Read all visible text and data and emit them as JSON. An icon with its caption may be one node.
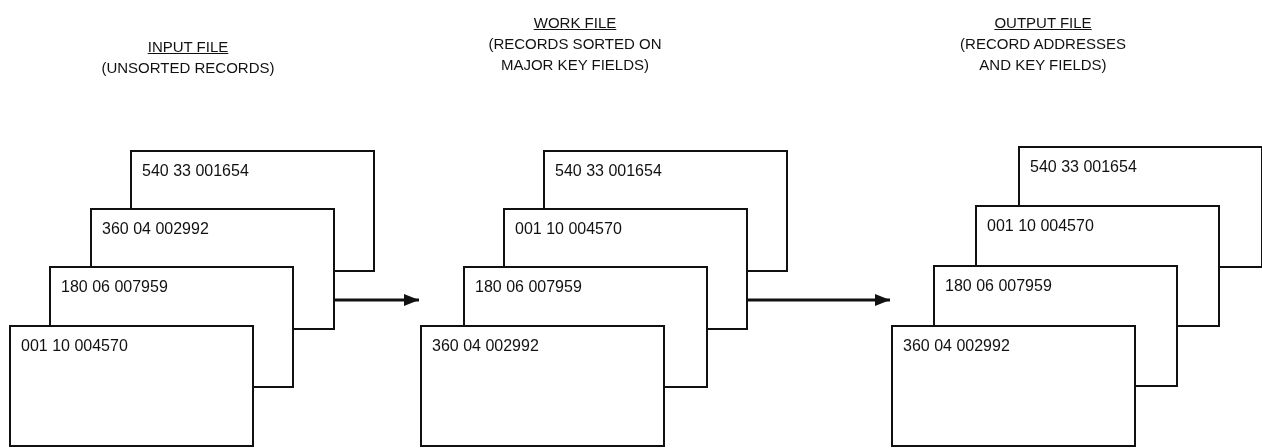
{
  "diagram": {
    "nodes": [
      {
        "text": [
          "540 33 001654"
        ]
      },
      {
        "text": [
          "360 04 002992"
        ]
      },
      {
        "text": [
          "180 06 007959"
        ]
      },
      {
        "text": [
          "001 10 004570"
        ]
      },
      {
        "text": [
          "540 33 001654"
        ]
      },
      {
        "text": [
          "001 10 004570"
        ]
      },
      {
        "text": [
          "180 06 007959"
        ]
      },
      {
        "text": [
          "360 04 002992"
        ]
      },
      {
        "text": [
          "540 33 001654"
        ]
      },
      {
        "text": [
          "001 10 004570"
        ]
      },
      {
        "text": [
          "180 06 007959"
        ]
      },
      {
        "text": [
          "360 04 002992"
        ]
      }
    ],
    "edges": [
      {
        "from": 1,
        "to": 7,
        "arrow": "to"
      },
      {
        "from": 5,
        "to": 11,
        "arrow": "to"
      }
    ],
    "labels": [
      "INPUT FILE",
      "(UNSORTED RECORDS)",
      "WORK FILE",
      "(RECORDS SORTED ON MAJOR KEY FIELDS)",
      "OUTPUT FILE",
      "(RECORD ADDRESSES AND KEY FIELDS)"
    ]
  }
}
